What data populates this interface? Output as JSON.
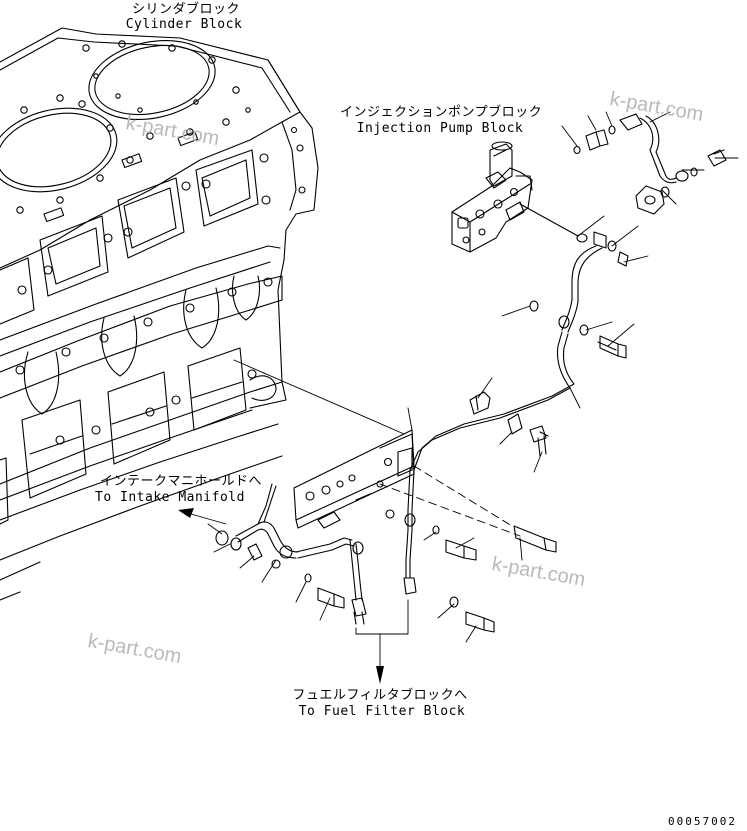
{
  "labels": {
    "cylinder_block_jp": "シリンダブロック",
    "cylinder_block_en": "Cylinder Block",
    "injection_pump_jp": "インジェクションポンプブロック",
    "injection_pump_en": "Injection Pump Block",
    "intake_manifold_jp": "インテークマニホールドへ",
    "intake_manifold_en": "To Intake Manifold",
    "fuel_filter_jp": "フュエルフィルタブロックへ",
    "fuel_filter_en": "To Fuel Filter Block"
  },
  "watermark": "k-part.com",
  "drawing_code": "00057002"
}
